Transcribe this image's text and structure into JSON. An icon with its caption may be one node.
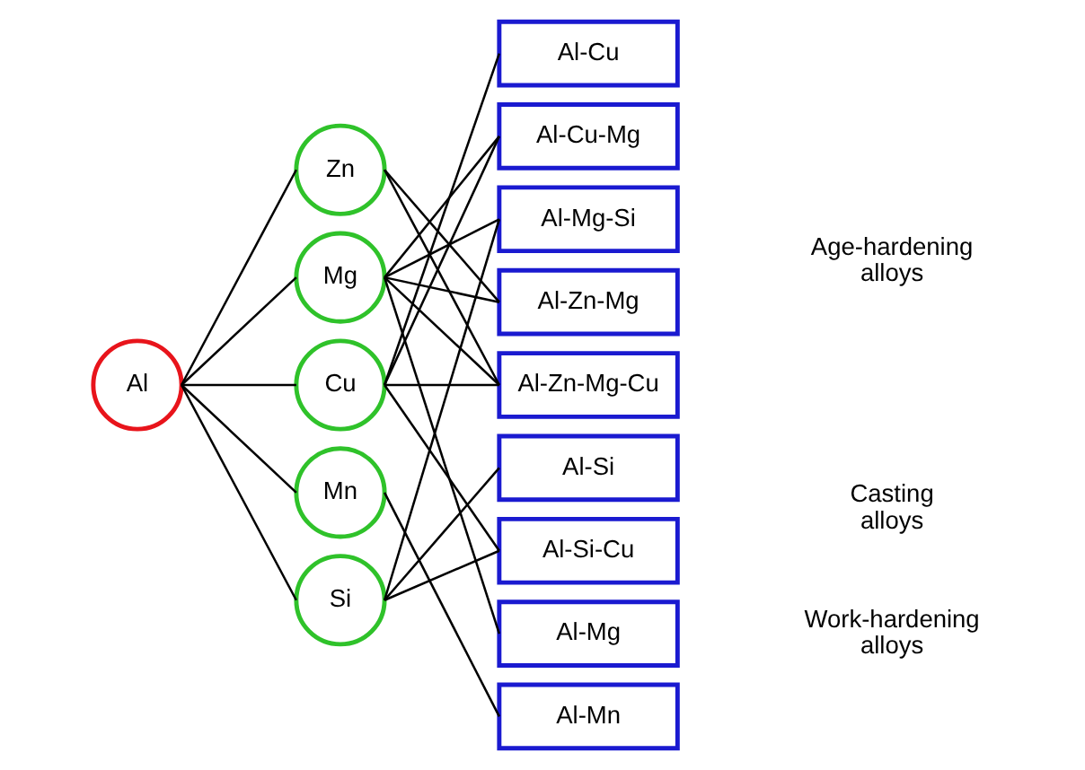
{
  "diagram": {
    "nodes": [
      {
        "text": [
          "Al"
        ]
      },
      {
        "text": [
          "Zn"
        ]
      },
      {
        "text": [
          "Mg"
        ]
      },
      {
        "text": [
          "Cu"
        ]
      },
      {
        "text": [
          "Mn"
        ]
      },
      {
        "text": [
          "Si"
        ]
      },
      {
        "text": [
          "Al-Cu"
        ]
      },
      {
        "text": [
          "Al-Cu-Mg"
        ]
      },
      {
        "text": [
          "Al-Mg-Si"
        ]
      },
      {
        "text": [
          "Al-Zn-Mg"
        ]
      },
      {
        "text": [
          "Al-Zn-Mg-Cu"
        ]
      },
      {
        "text": [
          "Al-Si"
        ]
      },
      {
        "text": [
          "Al-Si-Cu"
        ]
      },
      {
        "text": [
          "Al-Mg"
        ]
      },
      {
        "text": [
          "Al-Mn"
        ]
      }
    ],
    "edges": [
      {
        "from": 0,
        "to": 1,
        "arrow": "none"
      },
      {
        "from": 0,
        "to": 2,
        "arrow": "none"
      },
      {
        "from": 0,
        "to": 3,
        "arrow": "none"
      },
      {
        "from": 0,
        "to": 4,
        "arrow": "none"
      },
      {
        "from": 0,
        "to": 5,
        "arrow": "none"
      },
      {
        "from": 1,
        "to": 9,
        "arrow": "none"
      },
      {
        "from": 1,
        "to": 10,
        "arrow": "none"
      },
      {
        "from": 2,
        "to": 7,
        "arrow": "none"
      },
      {
        "from": 2,
        "to": 8,
        "arrow": "none"
      },
      {
        "from": 2,
        "to": 9,
        "arrow": "none"
      },
      {
        "from": 2,
        "to": 10,
        "arrow": "none"
      },
      {
        "from": 2,
        "to": 13,
        "arrow": "none"
      },
      {
        "from": 3,
        "to": 6,
        "arrow": "none"
      },
      {
        "from": 3,
        "to": 7,
        "arrow": "none"
      },
      {
        "from": 3,
        "to": 10,
        "arrow": "none"
      },
      {
        "from": 3,
        "to": 12,
        "arrow": "none"
      },
      {
        "from": 4,
        "to": 14,
        "arrow": "none"
      },
      {
        "from": 5,
        "to": 8,
        "arrow": "none"
      },
      {
        "from": 5,
        "to": 11,
        "arrow": "none"
      },
      {
        "from": 5,
        "to": 12,
        "arrow": "none"
      }
    ],
    "labels": [
      "Age-hardening alloys",
      "Casting alloys",
      "Work-hardening alloys"
    ]
  }
}
